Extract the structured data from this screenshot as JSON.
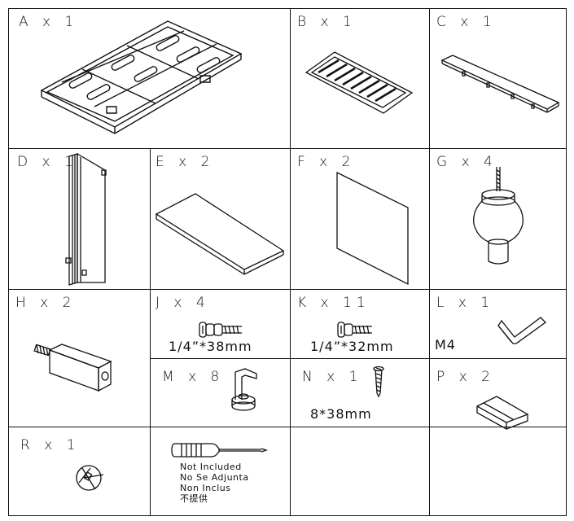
{
  "parts": {
    "A": {
      "label": "A x 1"
    },
    "B": {
      "label": "B x 1"
    },
    "C": {
      "label": "C x 1"
    },
    "D": {
      "label": "D x 1"
    },
    "E": {
      "label": "E x 2"
    },
    "F": {
      "label": "F x 2"
    },
    "G": {
      "label": "G x 4"
    },
    "H": {
      "label": "H x 2"
    },
    "J": {
      "label": "J x 4",
      "size": "1/4”*38mm"
    },
    "K": {
      "label": "K x 11",
      "size": "1/4”*32mm"
    },
    "L": {
      "label": "L x 1",
      "size": "M4"
    },
    "M": {
      "label": "M x 8"
    },
    "N": {
      "label": "N x 1",
      "size": "8*38mm"
    },
    "P": {
      "label": "P x 2"
    },
    "R": {
      "label": "R x 1"
    },
    "tool": {
      "lines": [
        "Not  Included",
        "No  Se  Adjunta",
        "Non  Inclus",
        "不提供"
      ]
    }
  }
}
